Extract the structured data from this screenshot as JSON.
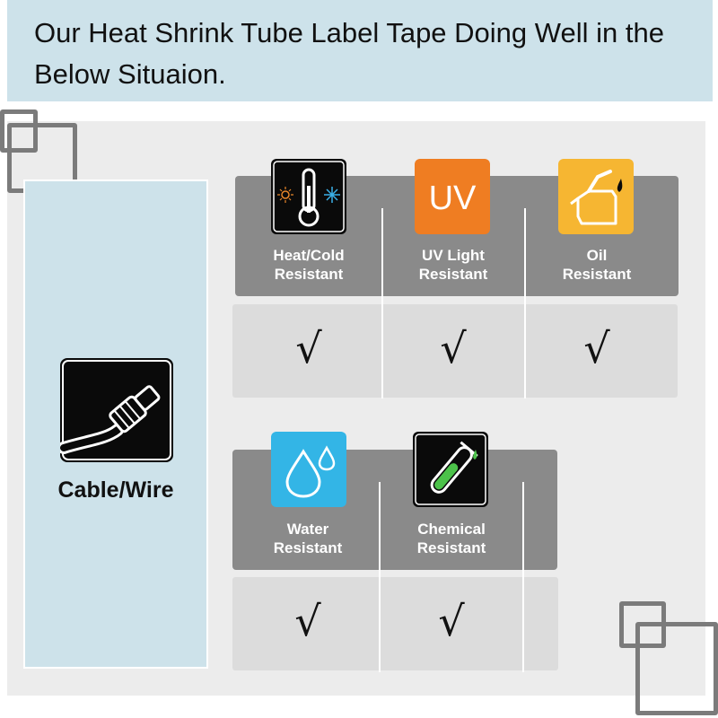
{
  "header": {
    "title": "Our Heat Shrink Tube Label Tape Doing Well in the Below Situaion."
  },
  "application": {
    "label": "Cable/Wire",
    "icon": "cable-wire-icon"
  },
  "features": [
    {
      "icon": "thermometer-sun-snowflake-icon",
      "label": "Heat/Cold\nResistant",
      "check": "√",
      "color": "#0a0a0a"
    },
    {
      "icon": "uv-icon",
      "icon_text": "UV",
      "label": "UV Light\nResistant",
      "check": "√",
      "color": "#ef7d22"
    },
    {
      "icon": "oil-can-icon",
      "label": "Oil\nResistant",
      "check": "√",
      "color": "#f6b632"
    },
    {
      "icon": "water-drops-icon",
      "label": "Water\nResistant",
      "check": "√",
      "color": "#33b5e6"
    },
    {
      "icon": "test-tube-icon",
      "label": "Chemical\nResistant",
      "check": "√",
      "color": "#0a0a0a"
    }
  ],
  "colors": {
    "header_bg": "#cde2ea",
    "panel_bg": "#ececec",
    "feature_bar": "#8a8a8a",
    "check_bar": "#dcdcdc"
  }
}
